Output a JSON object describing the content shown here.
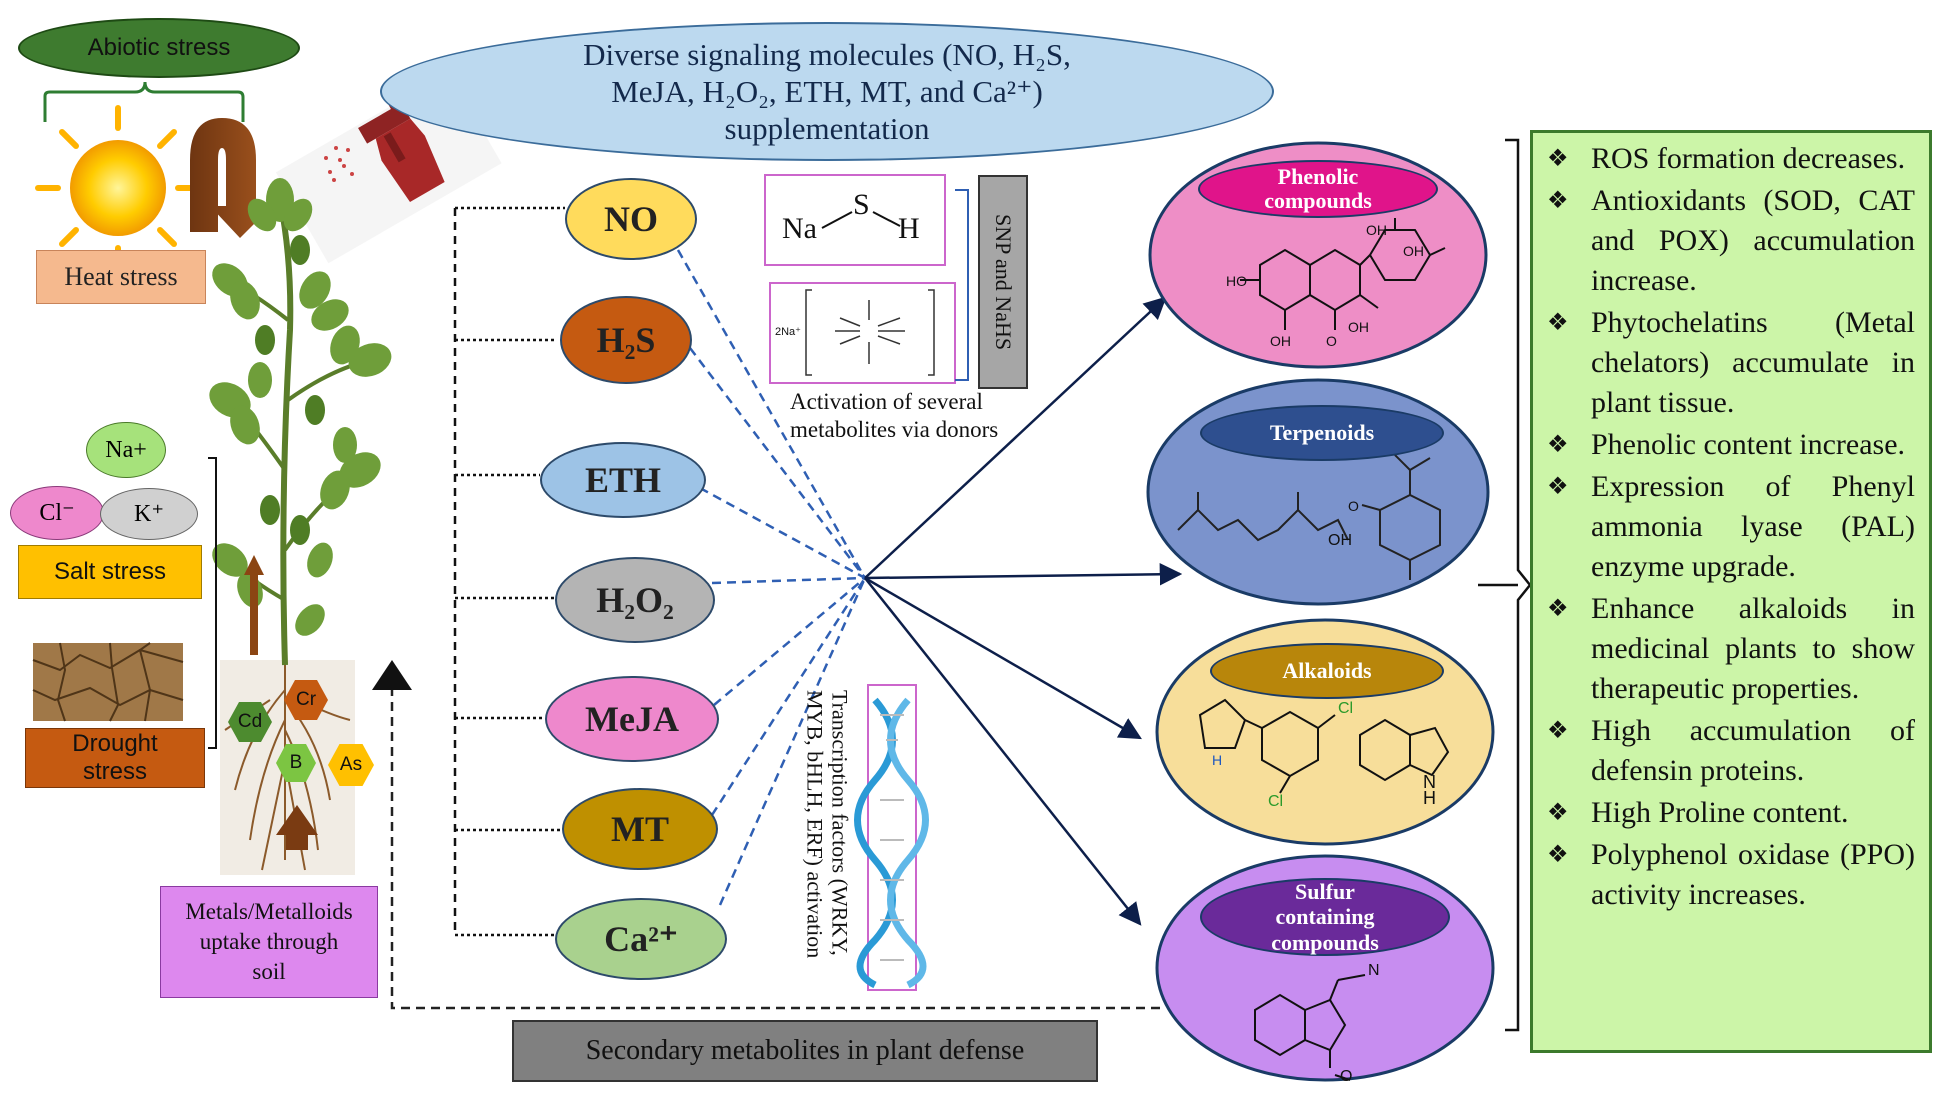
{
  "header": {
    "line1": "Diverse signaling molecules (NO, H₂S,",
    "line2": "MeJA, H₂O₂, ETH, MT, and Ca²⁺)",
    "line3": "supplementation"
  },
  "stress": {
    "abiotic": "Abiotic stress",
    "heat": "Heat stress",
    "salt": "Salt stress",
    "drought_line1": "Drought",
    "drought_line2": "stress",
    "ions": {
      "na": "Na+",
      "cl": "Cl⁻",
      "k": "K⁺"
    },
    "metals": [
      "Cd",
      "Cr",
      "B",
      "As"
    ],
    "metals_box": [
      "Metals/Metalloids",
      "uptake through",
      "soil"
    ]
  },
  "molecules": [
    "NO",
    "H₂S",
    "ETH",
    "H₂O₂",
    "MeJA",
    "MT",
    "Ca²⁺"
  ],
  "donors": {
    "nahs": {
      "na": "Na",
      "s": "S",
      "h": "H"
    },
    "snp_prefix": "2Na⁺",
    "side_label": "SNP and NaHS",
    "caption_line1": "Activation of several",
    "caption_line2": "metabolites via donors"
  },
  "transcription": {
    "line1": "Transcription factors (WRKY,",
    "line2": "MYB, bHLH, ERF) activation"
  },
  "metabolites": [
    {
      "label": "Phenolic compounds",
      "colors": {
        "fill": "#ee8ec6",
        "label_fill": "#e0148a"
      }
    },
    {
      "label": "Terpenoids",
      "colors": {
        "fill": "#7b93cc",
        "label_fill": "#2e4f8f"
      }
    },
    {
      "label": "Alkaloids",
      "colors": {
        "fill": "#f7de9a",
        "label_fill": "#b8860b"
      }
    },
    {
      "label": "Sulfur containing compounds",
      "colors": {
        "fill": "#c78df0",
        "label_fill": "#6a2a9a"
      }
    }
  ],
  "chem_labels": {
    "oh": "OH",
    "ho": "HO",
    "o": "O",
    "h": "H",
    "cl": "Cl",
    "n": "N",
    "nh": "H",
    "cn": "N"
  },
  "footer": "Secondary metabolites in plant defense",
  "outcomes": [
    "ROS formation decreases.",
    "Antioxidants (SOD, CAT and POX) accumulation increase.",
    "Phytochelatins (Metal chelators) accumulate in plant tissue.",
    "Phenolic content increase.",
    "Expression of Phenyl ammonia lyase (PAL) enzyme upgrade.",
    "Enhance alkaloids in medicinal plants to show therapeutic properties.",
    "High accumulation of defensin proteins.",
    "High Proline content.",
    "Polyphenol oxidase (PPO) activity increases."
  ],
  "outcome_bullet": "❖"
}
